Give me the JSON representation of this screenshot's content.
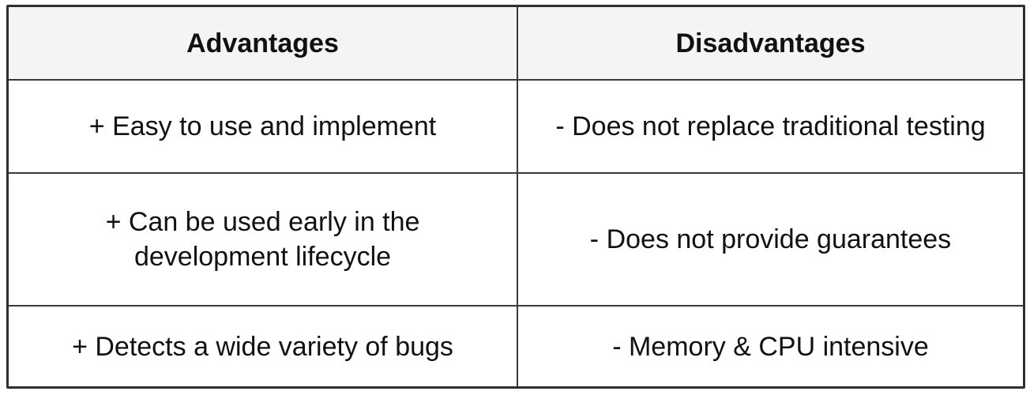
{
  "table": {
    "headers": {
      "advantages": "Advantages",
      "disadvantages": "Disadvantages"
    },
    "rows": [
      {
        "advantage": "+ Easy to use and implement",
        "disadvantage": "-  Does not replace traditional testing"
      },
      {
        "advantage": "+ Can be used early in the\ndevelopment lifecycle",
        "disadvantage": "- Does not provide guarantees"
      },
      {
        "advantage": "+ Detects a wide variety of bugs",
        "disadvantage": "- Memory & CPU intensive"
      }
    ]
  }
}
